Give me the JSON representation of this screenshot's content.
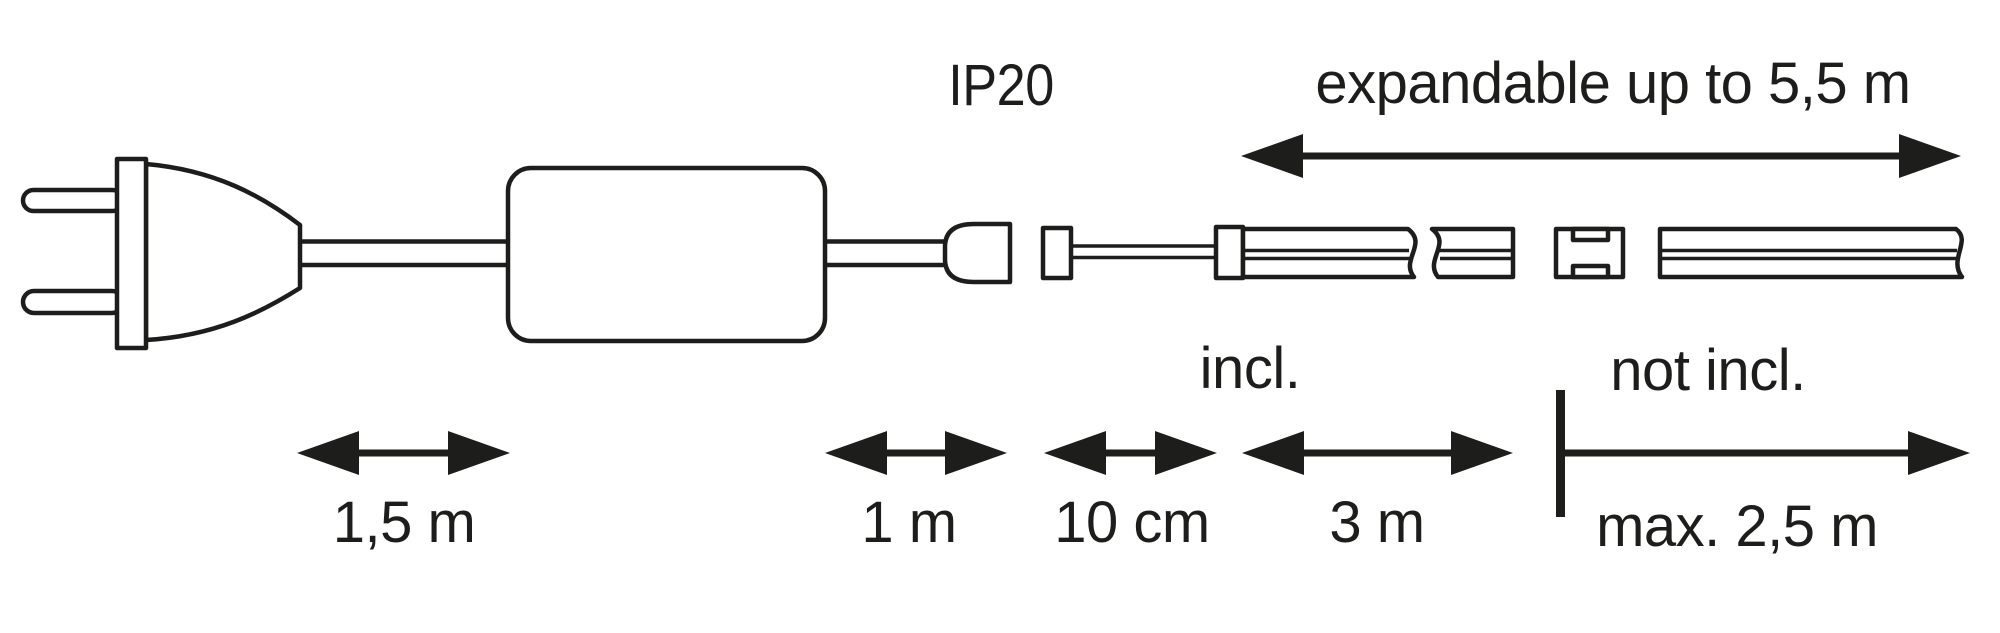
{
  "diagram": {
    "ip_rating": "IP20",
    "expandable_label": "expandable up to 5,5 m",
    "included_label": "incl.",
    "not_included_label": "not incl.",
    "measurements": {
      "plug_cable": "1,5 m",
      "driver_cable": "1 m",
      "connector_lead": "10 cm",
      "strip_length": "3 m",
      "extension_max": "max. 2,5 m"
    },
    "colors": {
      "ink": "#1d1d1b",
      "background": "#ffffff"
    }
  }
}
